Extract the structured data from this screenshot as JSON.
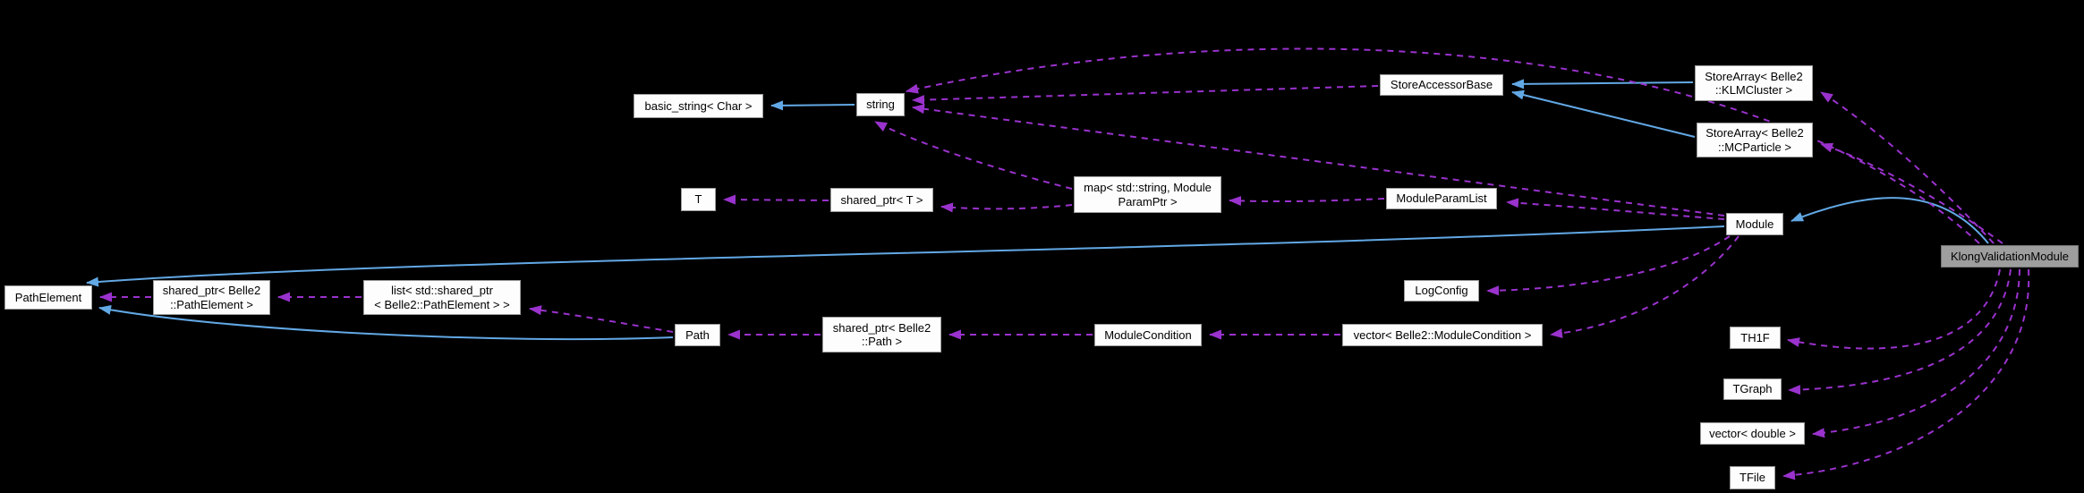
{
  "diagram": {
    "type": "doxygen-collaboration-graph",
    "focus_class": "KlongValidationModule",
    "colors": {
      "background": "#000000",
      "node_fill": "#fdfdfd",
      "node_border": "#9b9b9b",
      "focus_node_fill": "#9e9e9e",
      "focus_node_border": "#757575",
      "text": "#000000",
      "inheritance_edge": "#62a8e5",
      "usage_edge": "#9a32cd"
    }
  },
  "nodes": [
    {
      "id": "basic-string",
      "label": "basic_string< Char >"
    },
    {
      "id": "string",
      "label": "string"
    },
    {
      "id": "store-accessor-base",
      "label": "StoreAccessorBase"
    },
    {
      "id": "store-array-klm",
      "label": "StoreArray< Belle2\n::KLMCluster >"
    },
    {
      "id": "store-array-mcp",
      "label": "StoreArray< Belle2\n::MCParticle >"
    },
    {
      "id": "t",
      "label": "T"
    },
    {
      "id": "shared-ptr-t",
      "label": "shared_ptr< T >"
    },
    {
      "id": "map-moduleparamptr",
      "label": "map< std::string, Module\nParamPtr >"
    },
    {
      "id": "module-param-list",
      "label": "ModuleParamList"
    },
    {
      "id": "module",
      "label": "Module"
    },
    {
      "id": "klong-validation-module",
      "label": "KlongValidationModule"
    },
    {
      "id": "path-element",
      "label": "PathElement"
    },
    {
      "id": "shared-ptr-path-element",
      "label": "shared_ptr< Belle2\n::PathElement >"
    },
    {
      "id": "list-shared-ptr-path-element",
      "label": "list< std::shared_ptr\n< Belle2::PathElement > >"
    },
    {
      "id": "log-config",
      "label": "LogConfig"
    },
    {
      "id": "path",
      "label": "Path"
    },
    {
      "id": "shared-ptr-path",
      "label": "shared_ptr< Belle2\n::Path >"
    },
    {
      "id": "module-condition",
      "label": "ModuleCondition"
    },
    {
      "id": "vector-module-condition",
      "label": "vector< Belle2::ModuleCondition >"
    },
    {
      "id": "th1f",
      "label": "TH1F"
    },
    {
      "id": "tgraph",
      "label": "TGraph"
    },
    {
      "id": "vector-double",
      "label": "vector< double >"
    },
    {
      "id": "tfile",
      "label": "TFile"
    }
  ],
  "edges": [
    {
      "from": "string",
      "to": "basic-string",
      "type": "inheritance"
    },
    {
      "from": "store-array-klm",
      "to": "store-accessor-base",
      "type": "inheritance"
    },
    {
      "from": "store-array-mcp",
      "to": "store-accessor-base",
      "type": "inheritance"
    },
    {
      "from": "klong-validation-module",
      "to": "module",
      "type": "inheritance"
    },
    {
      "from": "module",
      "to": "path-element",
      "type": "inheritance"
    },
    {
      "from": "path",
      "to": "path-element",
      "type": "inheritance"
    },
    {
      "from": "shared-ptr-path-element",
      "to": "path-element",
      "type": "usage"
    },
    {
      "from": "list-shared-ptr-path-element",
      "to": "shared-ptr-path-element",
      "type": "usage"
    },
    {
      "from": "path",
      "to": "list-shared-ptr-path-element",
      "type": "usage"
    },
    {
      "from": "shared-ptr-path",
      "to": "path",
      "type": "usage"
    },
    {
      "from": "module-condition",
      "to": "shared-ptr-path",
      "type": "usage"
    },
    {
      "from": "vector-module-condition",
      "to": "module-condition",
      "type": "usage"
    },
    {
      "from": "module",
      "to": "vector-module-condition",
      "type": "usage"
    },
    {
      "from": "module",
      "to": "log-config",
      "type": "usage"
    },
    {
      "from": "module",
      "to": "module-param-list",
      "type": "usage"
    },
    {
      "from": "module",
      "to": "string",
      "type": "usage"
    },
    {
      "from": "module-param-list",
      "to": "map-moduleparamptr",
      "type": "usage"
    },
    {
      "from": "map-moduleparamptr",
      "to": "shared-ptr-t",
      "type": "usage"
    },
    {
      "from": "map-moduleparamptr",
      "to": "string",
      "type": "usage"
    },
    {
      "from": "shared-ptr-t",
      "to": "t",
      "type": "usage"
    },
    {
      "from": "store-accessor-base",
      "to": "string",
      "type": "usage"
    },
    {
      "from": "klong-validation-module",
      "to": "string",
      "type": "usage"
    },
    {
      "from": "klong-validation-module",
      "to": "store-array-klm",
      "type": "usage"
    },
    {
      "from": "klong-validation-module",
      "to": "store-array-mcp",
      "type": "usage"
    },
    {
      "from": "klong-validation-module",
      "to": "th1f",
      "type": "usage"
    },
    {
      "from": "klong-validation-module",
      "to": "tgraph",
      "type": "usage"
    },
    {
      "from": "klong-validation-module",
      "to": "vector-double",
      "type": "usage"
    },
    {
      "from": "klong-validation-module",
      "to": "tfile",
      "type": "usage"
    }
  ]
}
